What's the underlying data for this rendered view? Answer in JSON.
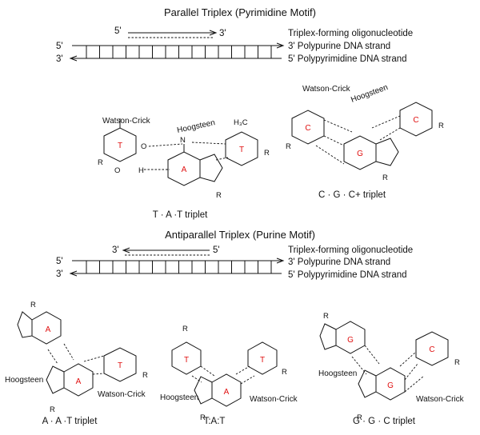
{
  "parallel": {
    "title": "Parallel Triplex (Pyrimidine Motif)",
    "tfo_5": "5'",
    "tfo_3": "3'",
    "top_5": "5'",
    "bot_3": "3'",
    "tfo_label": "Triplex-forming oligonucleotide",
    "purine_label": "3'  Polypurine DNA strand",
    "pyrimidine_label": "5'  Polypyrimidine DNA strand"
  },
  "antiparallel": {
    "title": "Antiparallel Triplex (Purine Motif)",
    "tfo_3": "3'",
    "tfo_5": "5'",
    "top_5": "5'",
    "bot_3": "3'",
    "tfo_label": "Triplex-forming oligonucleotide",
    "purine_label": "3'  Polypurine DNA strand",
    "pyrimidine_label": "5'  Polypyrimidine DNA strand"
  },
  "triplets": {
    "tat_parallel": {
      "caption": "T · A ·T triplet",
      "wc": "Watson-Crick",
      "hoog": "Hoogsteen",
      "b1": "T",
      "b2": "A",
      "b3": "T"
    },
    "cgc": {
      "caption": "C · G · C+ triplet",
      "wc": "Watson-Crick",
      "hoog": "Hoogsteen",
      "b1": "C",
      "b2": "G",
      "b3": "C"
    },
    "aat": {
      "caption": "A · A ·T triplet",
      "wc": "Watson-Crick",
      "hoog": "Hoogsteen",
      "b1": "A",
      "b2": "A",
      "b3": "T"
    },
    "tat_anti": {
      "caption": "T:A:T",
      "wc": "Watson-Crick",
      "hoog": "Hoogsteen",
      "b1": "T",
      "b2": "A",
      "b3": "T"
    },
    "ggc": {
      "caption": "G · G · C triplet",
      "wc": "Watson-Crick",
      "hoog": "Hoogsteen",
      "b1": "G",
      "b2": "G",
      "b3": "C"
    }
  }
}
